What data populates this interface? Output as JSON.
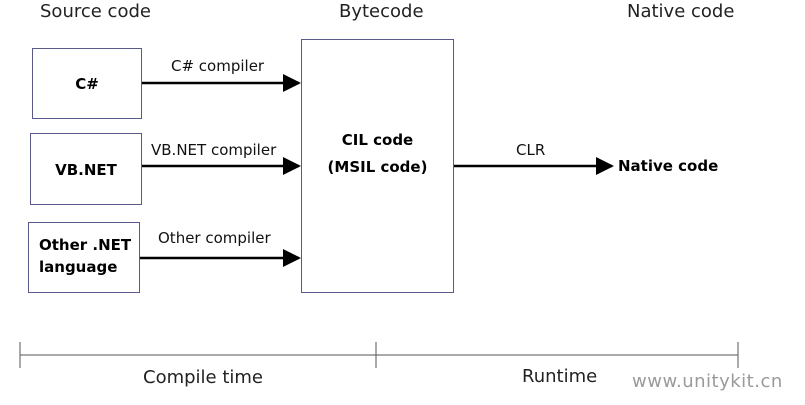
{
  "headers": {
    "source_code": "Source code",
    "bytecode": "Bytecode",
    "native_code": "Native code"
  },
  "sources": [
    {
      "label": "C#",
      "compiler": "C# compiler"
    },
    {
      "label": "VB.NET",
      "compiler": "VB.NET compiler"
    },
    {
      "label_line1": "Other .NET",
      "label_line2": "language",
      "compiler": "Other compiler"
    }
  ],
  "bytecode_box": {
    "line1": "CIL code",
    "line2": "(MSIL code)"
  },
  "runtime_edge": {
    "label": "CLR",
    "target": "Native code"
  },
  "timeline": {
    "compile_time": "Compile time",
    "runtime": "Runtime"
  },
  "watermark": "www.unitykit.cn",
  "colors": {
    "box_border": "#5a5a8a",
    "arrow": "#000000",
    "timeline": "#555555"
  }
}
